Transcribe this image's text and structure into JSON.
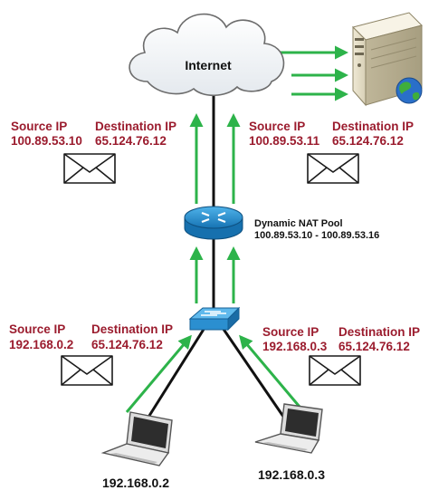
{
  "colors": {
    "label_red": "#9b1c2e",
    "arrow_green": "#2db34a",
    "link_black": "#111111",
    "router_blue": "#1e8fd0",
    "switch_blue": "#2b9ad8"
  },
  "internet": {
    "label": "Internet"
  },
  "server": {
    "icon": "web-server-icon"
  },
  "nat_pool": {
    "title": "Dynamic NAT Pool",
    "range": "100.89.53.10 - 100.89.53.16"
  },
  "packets": [
    {
      "id": "top-left",
      "source_label": "Source IP",
      "source_ip": "100.89.53.10",
      "dest_label": "Destination IP",
      "dest_ip": "65.124.76.12"
    },
    {
      "id": "top-right",
      "source_label": "Source IP",
      "source_ip": "100.89.53.11",
      "dest_label": "Destination IP",
      "dest_ip": "65.124.76.12"
    },
    {
      "id": "bottom-left",
      "source_label": "Source IP",
      "source_ip": "192.168.0.2",
      "dest_label": "Destination IP",
      "dest_ip": "65.124.76.12"
    },
    {
      "id": "bottom-right",
      "source_label": "Source IP",
      "source_ip": "192.168.0.3",
      "dest_label": "Destination IP",
      "dest_ip": "65.124.76.12"
    }
  ],
  "hosts": [
    {
      "label": "192.168.0.2"
    },
    {
      "label": "192.168.0.3"
    }
  ]
}
